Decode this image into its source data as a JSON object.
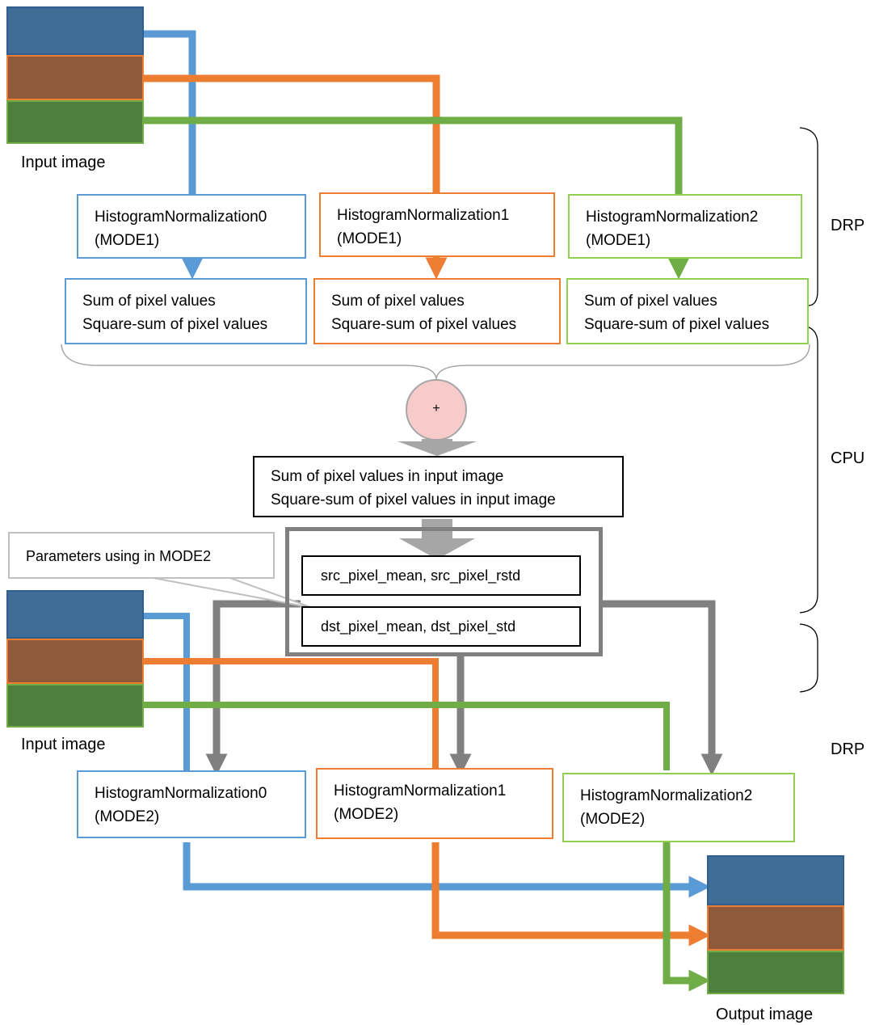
{
  "images": {
    "input_label": "Input image",
    "output_label": "Output image"
  },
  "stage1": {
    "blocks": [
      {
        "name": "HistogramNormalization0",
        "mode": "(MODE1)"
      },
      {
        "name": "HistogramNormalization1",
        "mode": "(MODE1)"
      },
      {
        "name": "HistogramNormalization2",
        "mode": "(MODE1)"
      }
    ],
    "results": {
      "line1": "Sum of pixel values",
      "line2": "Square-sum of pixel values"
    }
  },
  "combine": {
    "symbol": "+",
    "line1": "Sum of pixel values in input image",
    "line2": "Square-sum of pixel values in input image"
  },
  "params": {
    "src": "src_pixel_mean, src_pixel_rstd",
    "dst": "dst_pixel_mean, dst_pixel_std",
    "callout": "Parameters using in MODE2"
  },
  "stage2": {
    "blocks": [
      {
        "name": "HistogramNormalization0",
        "mode": "(MODE2)"
      },
      {
        "name": "HistogramNormalization1",
        "mode": "(MODE2)"
      },
      {
        "name": "HistogramNormalization2",
        "mode": "(MODE2)"
      }
    ]
  },
  "side_labels": {
    "drp_top": "DRP",
    "cpu": "CPU",
    "drp_bottom": "DRP"
  },
  "colors": {
    "blue": "#5b9bd5",
    "orange": "#ed7d31",
    "green": "#70ad47",
    "light_green": "#92d050",
    "gray": "#808080",
    "arrow_gray": "#a6a6a6",
    "plus_fill": "#f8cbcb"
  }
}
